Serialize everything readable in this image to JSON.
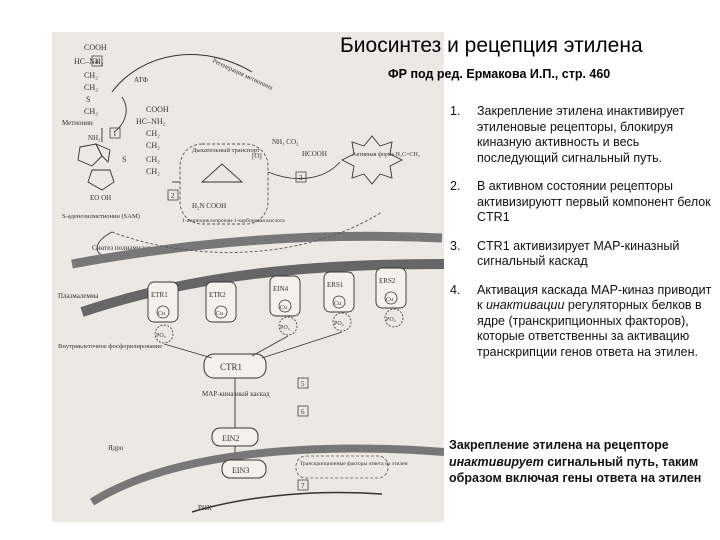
{
  "slide": {
    "title": "Биосинтез и рецепция этилена",
    "subtitle": "ФР под ред. Ермакова И.П., стр. 460"
  },
  "steps": [
    {
      "number": "1.",
      "text": "Закрепление этилена инактивирует этиленовые рецепторы, блокируя киназную активность и весь последующий сигнальный путь."
    },
    {
      "number": "2.",
      "text": "В активном состоянии рецепторы активизируютт первый компонент белок CTR1"
    },
    {
      "number": "3.",
      "text": "CTR1 активизирует MAP-киназный сигнальный каскад"
    },
    {
      "number": "4.",
      "text_before": "Активация каскада MAP-киназ приводит к ",
      "text_em": "инактивации",
      "text_after": " регуляторных белков в ядре (транскрипционных факторов), которые ответственны за активацию транскрипции генов ответа на этилен."
    }
  ],
  "summary": {
    "before": "Закрепление этилена на рецепторе ",
    "em": "инактивирует",
    "after": " сигнальный путь, таким образом включая гены ответа на этилен"
  },
  "figure": {
    "labels": {
      "cooh": "COOH",
      "hc_nh2": "HC–NH₂",
      "ch2": "CH₂",
      "s": "S",
      "ch3": "CH₃",
      "methionine": "Метионин",
      "atp": "АТФ",
      "regen": "Регенерация метионина",
      "nh2": "NH₂",
      "adenine_n": "N",
      "eo_oh": "EO OH",
      "sam": "S-аденозилметионин (SAM)",
      "transporter": "Дыхательный транспорт",
      "o_bracket": "[O]",
      "nh3_co2": "NH₃ CO₂",
      "hcooh": "HCOOH",
      "ethylene": "Активная форма H₂C=CH₂",
      "acc_name": "1-аминоциклопропан-1-карбоновая кислота",
      "acc_formula": "H₂N  COOH",
      "synthesis": "Синтез полиамидов",
      "plasma": "Плазмалемма",
      "intracellular": "Внутриклеточное фосфорилирование",
      "ctr1": "CTR1",
      "map_cascade": "MAP-киназный каскад",
      "ein2": "EIN2",
      "nucleus": "Ядро",
      "ein3": "EIN3",
      "tf_label": "Транскрипционные факторы ответа на этилен",
      "rna": "РНК",
      "po4": "PO₄",
      "cu": "Cu"
    },
    "receptors": [
      "ETR1",
      "ETR2",
      "EIN4",
      "ERS1",
      "ERS2"
    ],
    "box_numbers": [
      "1",
      "2",
      "3",
      "4",
      "5",
      "6",
      "7"
    ]
  }
}
